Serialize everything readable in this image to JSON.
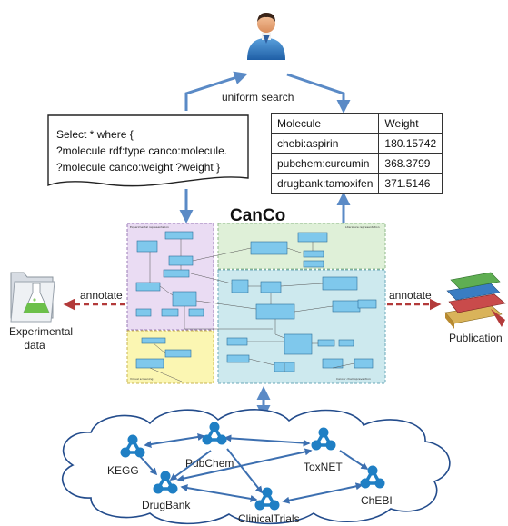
{
  "search_label": "uniform search",
  "query": {
    "lines": [
      "Select * where {",
      "?molecule rdf:type canco:molecule.",
      "?molecule canco:weight ?weight }"
    ]
  },
  "results": {
    "headers": [
      "Molecule",
      "Weight"
    ],
    "rows": [
      [
        "chebi:aspirin",
        "180.15742"
      ],
      [
        "pubchem:curcumin",
        "368.3799"
      ],
      [
        "drugbank:tamoxifen",
        "371.5146"
      ]
    ]
  },
  "title": "CanCo",
  "regions": {
    "experimental": "Experimental representation",
    "literature": "Literature representation",
    "virtual": "Virtual screening",
    "cancer": "Cancer chemoprevention"
  },
  "annotate_left": "annotate",
  "annotate_right": "annotate",
  "experimental_data": [
    "Experimental",
    "data"
  ],
  "publication": "Publication",
  "cloud_nodes": [
    "KEGG",
    "PubChem",
    "ToxNET",
    "ChEBI",
    "DrugBank",
    "ClinicalTrials"
  ],
  "colors": {
    "experimental_region": "#eadcf3",
    "literature_region": "#dff0d8",
    "virtual_region": "#fbf6b2",
    "cancer_region": "#cde9ee",
    "arrow_blue": "#5a8ac6",
    "arrow_red": "#b33a3a",
    "node_blue": "#1f7fc4"
  }
}
